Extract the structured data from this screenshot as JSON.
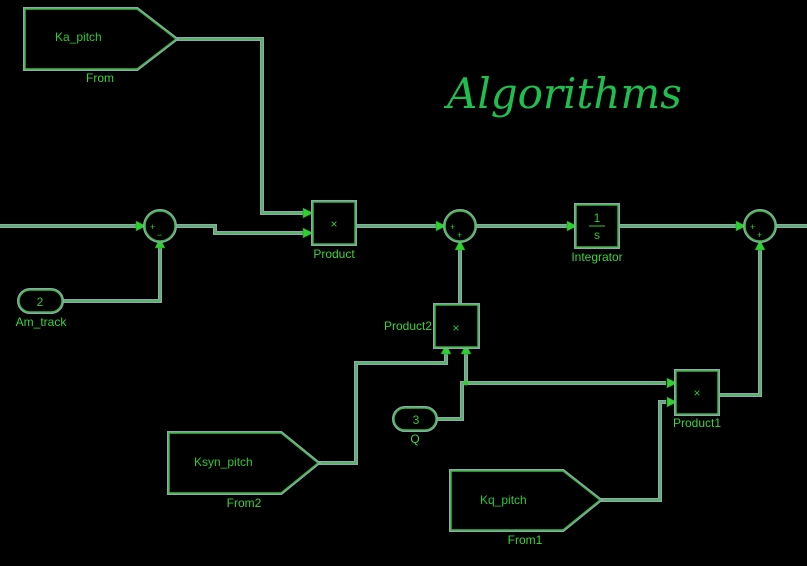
{
  "title": "Algorithms",
  "blocks": {
    "from": {
      "signal": "Ka_pitch",
      "name": "From"
    },
    "from1": {
      "signal": "Kq_pitch",
      "name": "From1"
    },
    "from2": {
      "signal": "Ksyn_pitch",
      "name": "From2"
    },
    "am_track": {
      "value": "2",
      "name": "Am_track"
    },
    "q": {
      "value": "3",
      "name": "Q"
    },
    "product": {
      "symbol": "×",
      "name": "Product"
    },
    "product1": {
      "symbol": "×",
      "name": "Product1"
    },
    "product2": {
      "symbol": "×",
      "name": "Product2"
    },
    "integrator": {
      "num": "1",
      "den": "s",
      "name": "Integrator"
    },
    "sum1": {
      "signs": [
        "+",
        "−"
      ]
    },
    "sum2": {
      "signs": [
        "+",
        "+"
      ]
    },
    "sum3": {
      "signs": [
        "+",
        "+"
      ]
    }
  },
  "colors": {
    "background": "#000000",
    "wire_outer": "#8aa9b0",
    "wire_inner": "#3dbb3d",
    "text": "#3ad43a",
    "title": "#1fbf4f"
  }
}
